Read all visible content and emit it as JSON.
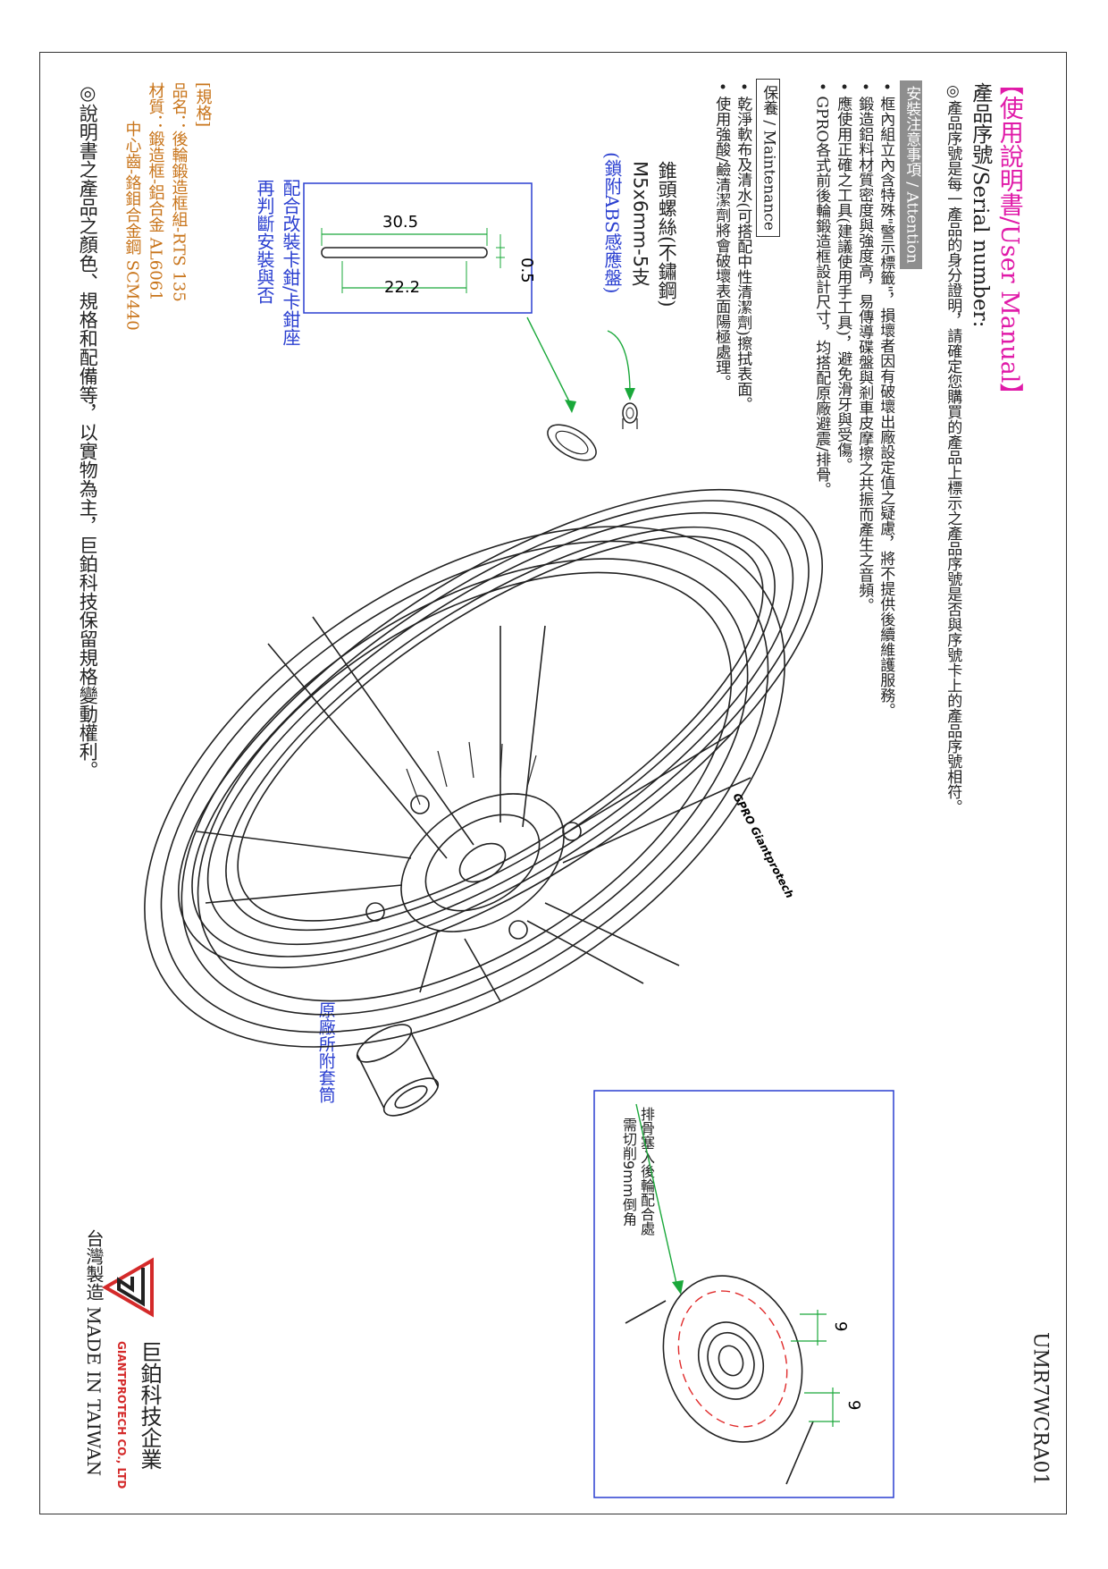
{
  "doc_code": "UMR7WCRA01",
  "title": "【使用說明書/User Manual】",
  "serial_heading": "產品序號/Serial number:",
  "serial_text": "◎產品序號是每一產品的身分證明，請確定您購買的產品上標示之產品序號是否與序號卡上的產品序號相符。",
  "attention_label": "安裝注意事項 / Attention",
  "attention_items": [
    "• 框內組立內含特殊\"警示標籤\"，損壞者因有破壞出廠設定值之疑慮，將不提供後續維護服務。",
    "• 鍛造鋁料材質密度與強度高，易傳導碟盤與剎車皮摩擦之共振而產生之音頻。",
    "• 應使用正確之工具(建議使用手工具)，避免滑牙與受傷。",
    "• GPRO各式前後輪鍛造框設計尺寸，均搭配原廠避震/排骨。"
  ],
  "maintenance_label": "保養 / Maintenance",
  "maintenance_items": [
    "• 乾淨軟布及清水(可搭配中性清潔劑)擦拭表面。",
    "• 使用強酸/鹼清潔劑將會破壞表面陽極處理。"
  ],
  "bolt_name": "錐頭螺絲(不鏽鋼)",
  "bolt_spec": "M5x6mm-5支",
  "bolt_note": "(鎖附ABS感應盤)",
  "spacer_dims": {
    "outer": "30.5",
    "inner": "22.2",
    "thick": "0.5"
  },
  "spacer_note_1": "配合改裝卡鉗/卡鉗座",
  "spacer_note_2": "再判斷安裝與否",
  "sleeve_label": "原廠所附套筒",
  "chamfer_note_1": "排骨塞入後輪配合處",
  "chamfer_note_2": "需切削9mm倒角",
  "chamfer_dim_a": "9",
  "chamfer_dim_b": "9",
  "spec_heading": "[規格]",
  "spec_name": "品名：後輪鍛造框組-RTS 135",
  "spec_material_1": "材質：鍛造框-鋁合金 AL6061",
  "spec_material_2": "中心齒-鉻鉬合金鋼 SCM440",
  "disclaimer": "◎說明書之產品之顏色、規格和配備等，以實物為主，巨鉑科技保留規格變動權利。",
  "rim_label": "GPRO  Giantprotech",
  "company_cn": "巨鉑科技企業",
  "company_en": "GIANTPROTECH CO., LTD",
  "made_in": "台灣製造  MADE IN TAIWAN",
  "colors": {
    "accent_magenta": "#e01aa8",
    "spec_orange": "#c8741a",
    "note_blue": "#2a3fd0",
    "logo_red": "#d42a2a"
  }
}
